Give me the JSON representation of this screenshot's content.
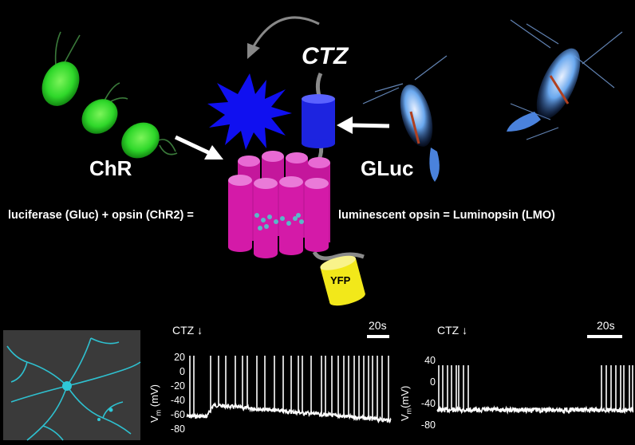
{
  "diagram": {
    "chr_label": "ChR",
    "gluc_label": "GLuc",
    "ctz_label": "CTZ",
    "yfp_label": "YFP",
    "left_equation": "luciferase (Gluc) + opsin (ChR2) =",
    "right_equation": "luminescent opsin = Luminopsin (LMO)"
  },
  "colors": {
    "background": "#000000",
    "opsin_magenta": "#d41aa8",
    "opsin_top": "#e86ad3",
    "luciferase_blue": "#1d24e0",
    "light_burst_blue": "#1010f0",
    "algae_green": "#2fd82a",
    "yfp_yellow": "#f2e81a",
    "neuron_cyan": "#2ec8d8",
    "linker_gray": "#8a8a8a"
  },
  "icons": [
    "chlamydomonas-algae-icon",
    "copepod-icon",
    "light-burst-icon",
    "luciferase-cylinder-icon",
    "yfp-cylinder-icon",
    "opsin-helix-bundle-icon",
    "neuron-micrograph-icon"
  ],
  "traces": {
    "left": {
      "ctz_label": "CTZ",
      "scale_label": "20s",
      "ylabel": "V",
      "ylabel_sub": "m",
      "ylabel_unit": " (mV)",
      "ticks": [
        "20",
        "0",
        "-20",
        "-40",
        "-60",
        "-80"
      ]
    },
    "right": {
      "ctz_label": "CTZ",
      "scale_label": "20s",
      "ylabel": "V",
      "ylabel_sub": "m",
      "ylabel_unit": "(mV)",
      "ticks": [
        "40",
        "0",
        "-40",
        "-80"
      ]
    }
  }
}
